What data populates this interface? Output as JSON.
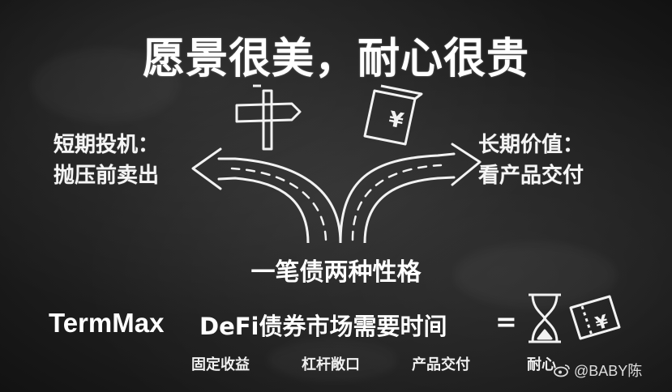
{
  "title": "愿景很美，耐心很贵",
  "left_path": {
    "line1": "短期投机：",
    "line2": "抛压前卖出"
  },
  "right_path": {
    "line1": "长期价值：",
    "line2": "看产品交付"
  },
  "subtitle": "一笔债两种性格",
  "equation": {
    "brand": "TermMax",
    "statement": "DeFi债券市场需要时间",
    "equals": "="
  },
  "captions": [
    "固定收益",
    "杠杆敞口",
    "产品交付",
    "耐心"
  ],
  "watermark": "@BABY陈",
  "icons": {
    "signpost": "signpost-icon",
    "money": "yen-banknote-icon",
    "hourglass": "hourglass-icon",
    "ticket": "yen-ticket-icon",
    "watermark": "weibo-logo-icon"
  },
  "colors": {
    "board": "#1e1e1e",
    "chalk": "#ffffff"
  }
}
